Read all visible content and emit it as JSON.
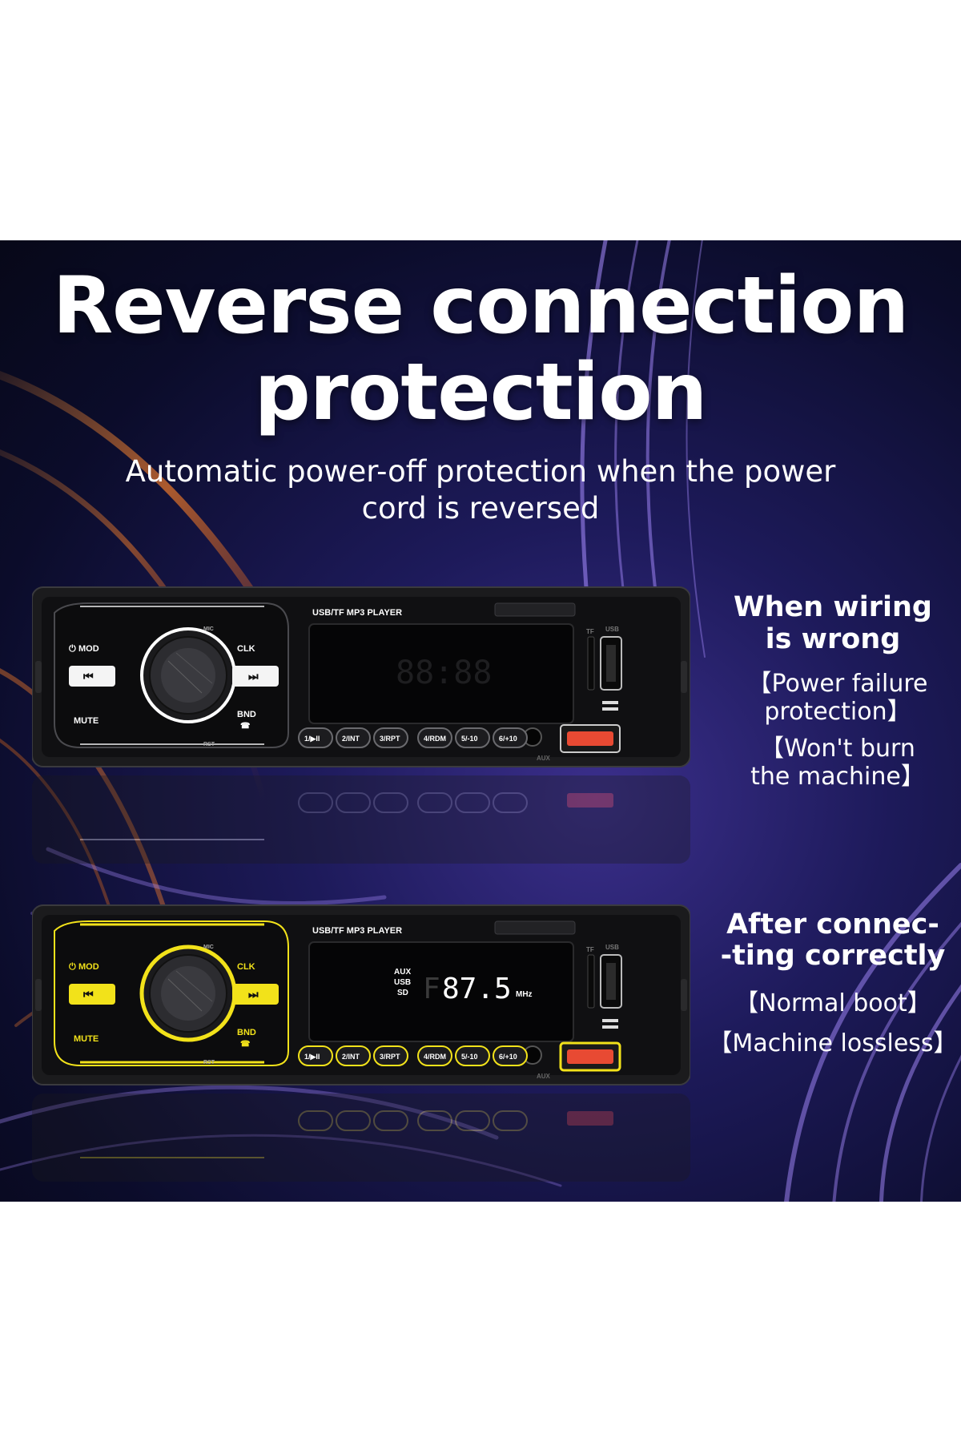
{
  "headline": {
    "line1": "Reverse connection",
    "line2": "protection"
  },
  "subheadline": {
    "line1": "Automatic power-off protection when the power",
    "line2": "cord is reversed"
  },
  "wrong_wiring": {
    "heading_line1": "When wiring",
    "heading_line2": "is wrong",
    "point1_line1": "【Power failure",
    "point1_line2": "protection】",
    "point2_line1": "【Won't burn",
    "point2_line2": "the machine】"
  },
  "correct_wiring": {
    "heading_line1": "After connec-",
    "heading_line2": "-ting correctly",
    "point1": "【Normal boot】",
    "point2": "【Machine lossless】"
  },
  "radio": {
    "model_label": "USB/TF MP3 PLAYER",
    "mod_label": "MOD",
    "clk_label": "CLK",
    "mute_label": "MUTE",
    "bnd_label": "BND",
    "mic_label": "MIC",
    "rst_label": "RST",
    "aux_port_label": "AUX",
    "usb_port_label": "USB",
    "tf_slot_label": "TF",
    "preset_buttons": [
      "1/▶II",
      "2/INT",
      "3/RPT",
      "4/RDM",
      "5/-10",
      "6/+10"
    ],
    "display_sources": [
      "AUX",
      "USB",
      "SD"
    ],
    "display_off_digits": "88:88",
    "display_on_band": "F",
    "display_on_freq": "87.5",
    "display_unit": "MHz",
    "icon_prev": "previous-track-icon",
    "icon_next": "next-track-icon",
    "icon_power": "power-icon",
    "icon_phone": "phone-icon",
    "off_state_accent": "#ffffff",
    "on_state_accent": "#f2e21a",
    "usb_port_color": "#e84a33"
  },
  "colors": {
    "background_dark": "#0b0c2a",
    "background_violet": "#3b2f8c",
    "streak_orange": "#e8772a",
    "streak_purple": "#8b5cf6"
  }
}
